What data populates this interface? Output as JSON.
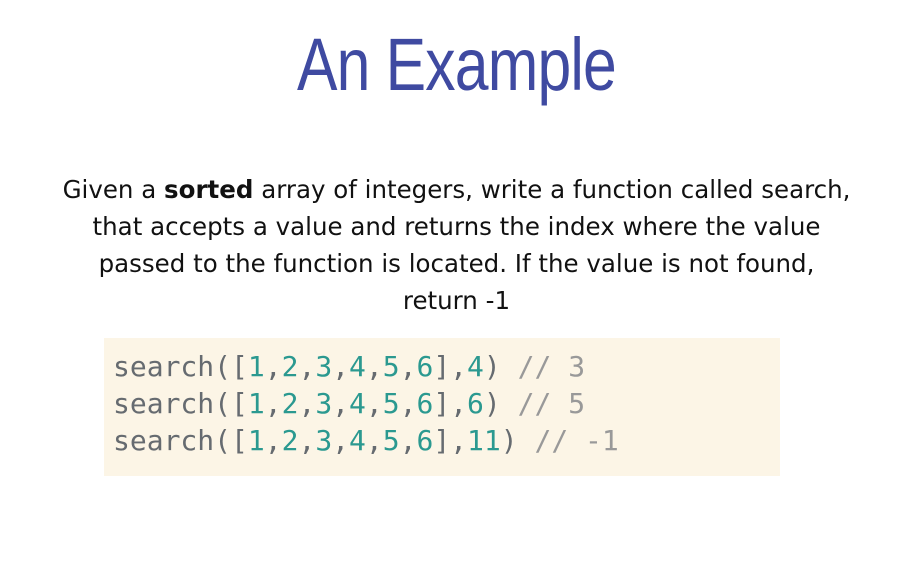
{
  "slide": {
    "title": "An Example",
    "description": {
      "before": "Given a ",
      "bold": "sorted",
      "after": " array of integers, write a function called search, that accepts a value and returns the index where the value passed to the function is located. If the value is not found, return -1"
    },
    "code": {
      "lines": [
        {
          "func": "search",
          "open": "([",
          "array_items": [
            "1",
            "2",
            "3",
            "4",
            "5",
            "6"
          ],
          "separator": "],",
          "arg": "4",
          "close": ") ",
          "comment": "// 3"
        },
        {
          "func": "search",
          "open": "([",
          "array_items": [
            "1",
            "2",
            "3",
            "4",
            "5",
            "6"
          ],
          "separator": "],",
          "arg": "6",
          "close": ") ",
          "comment": "// 5"
        },
        {
          "func": "search",
          "open": "([",
          "array_items": [
            "1",
            "2",
            "3",
            "4",
            "5",
            "6"
          ],
          "separator": "],",
          "arg": "11",
          "close": ") ",
          "comment": "// -1"
        }
      ]
    }
  }
}
